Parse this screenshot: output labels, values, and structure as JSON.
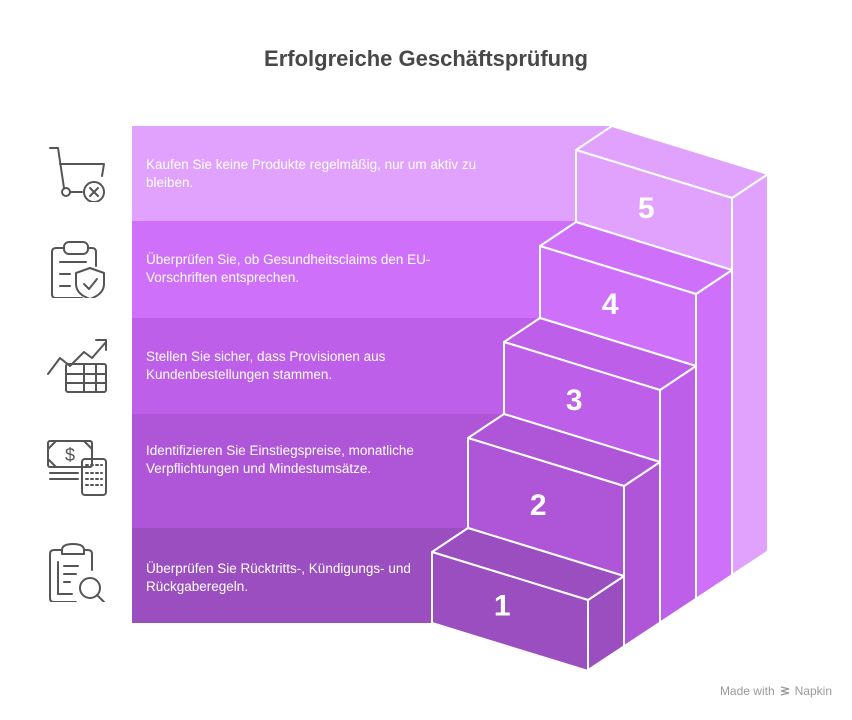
{
  "title": "Erfolgreiche Geschäftsprüfung",
  "steps": [
    {
      "number": "1",
      "text": "Überprüfen Sie Rücktritts-, Kündigungs- und Rückgaberegeln.",
      "icon": "clipboard-search-icon",
      "color": "#9B4EC0"
    },
    {
      "number": "2",
      "text": "Identifizieren Sie Einstiegspreise, monatliche Verpflichtungen und Mindestumsätze.",
      "icon": "money-calculator-icon",
      "color": "#AE56D7"
    },
    {
      "number": "3",
      "text": "Stellen Sie sicher, dass Provisionen aus Kundenbestellungen stammen.",
      "icon": "chart-table-icon",
      "color": "#BE5FEA"
    },
    {
      "number": "4",
      "text": "Überprüfen Sie, ob Gesundheitsclaims den EU-Vorschriften entsprechen.",
      "icon": "clipboard-shield-icon",
      "color": "#CF70FB"
    },
    {
      "number": "5",
      "text": "Kaufen Sie keine Produkte regelmäßig, nur um aktiv zu bleiben.",
      "icon": "cart-cancel-icon",
      "color": "#E0A2FC"
    }
  ],
  "footer": {
    "made_with": "Made with",
    "brand": "Napkin"
  }
}
